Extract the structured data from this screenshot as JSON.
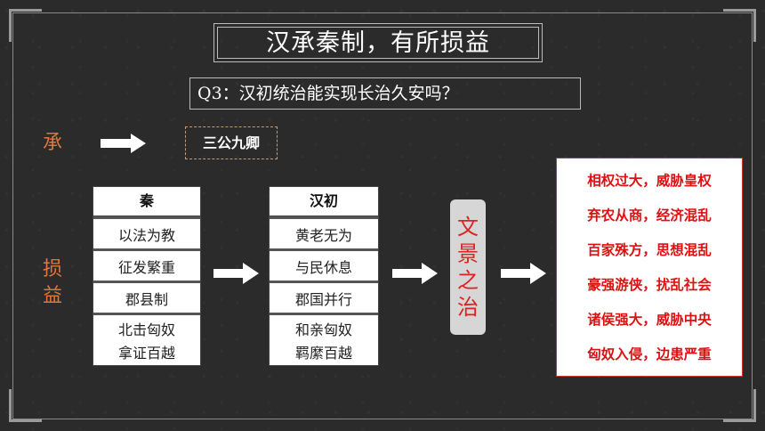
{
  "title": "汉承秦制，有所损益",
  "question": "Q3：汉初统治能实现长治久安吗？",
  "labels": {
    "cheng": "承",
    "sun": "损",
    "yi": "益"
  },
  "inherit_tag": "三公九卿",
  "qin": {
    "header": "秦",
    "rows": [
      "以法为教",
      "征发繁重",
      "郡县制",
      "北击匈奴",
      "拿证百越"
    ]
  },
  "han": {
    "header": "汉初",
    "rows": [
      "黄老无为",
      "与民休息",
      "郡国并行",
      "和亲匈奴",
      "羁縻百越"
    ]
  },
  "result": [
    "文",
    "景",
    "之",
    "治"
  ],
  "issues": [
    "相权过大，威胁皇权",
    "弃农从商，经济混乱",
    "百家殊方，思想混乱",
    "豪强游侠，扰乱社会",
    "诸侯强大，威胁中央",
    "匈奴入侵，边患严重"
  ],
  "colors": {
    "accent": "#e2763a",
    "red": "#dd1111",
    "background": "#2b2b2b"
  }
}
